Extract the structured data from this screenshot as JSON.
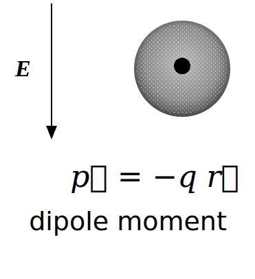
{
  "diagram": {
    "labels": [
      "E",
      "p⃗ = −q r⃗",
      "dipole moment"
    ]
  }
}
